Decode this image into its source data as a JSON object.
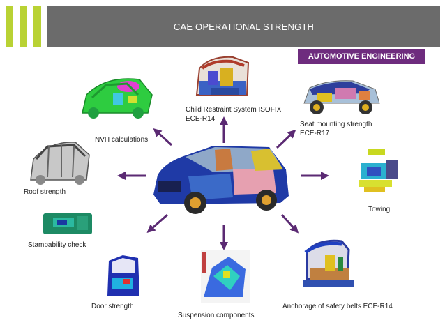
{
  "header": {
    "title": "CAE OPERATIONAL STRENGTH"
  },
  "badge": {
    "text": "AUTOMOTIVE ENGINEERING"
  },
  "labels": {
    "child_line1": "Child Restraint System ISOFIX",
    "child_line2": "ECE-R14",
    "seat_line1": "Seat mounting strength",
    "seat_line2": "ECE-R17",
    "nvh": "NVH calculations",
    "roof": "Roof strength",
    "towing": "Towing",
    "stamp": "Stampability check",
    "door": "Door strength",
    "suspension": "Suspension components",
    "belts": "Anchorage of safety belts ECE-R14"
  },
  "colors": {
    "accent_green": "#b9d234",
    "header_gray": "#6b6b6b",
    "badge_purple": "#6e2c7e",
    "arrow": "#5b2a73"
  }
}
